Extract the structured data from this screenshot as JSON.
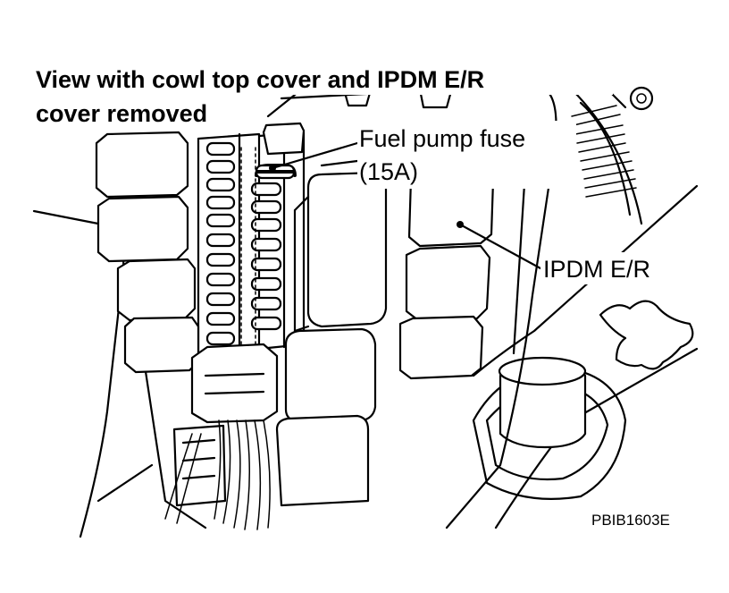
{
  "diagram": {
    "title_line1": "View with cowl top cover and IPDM E/R",
    "title_line2": "cover removed",
    "callouts": {
      "fuel_pump_fuse_line1": "Fuel pump fuse",
      "fuel_pump_fuse_line2": "(15A)",
      "ipdm": "IPDM E/R"
    },
    "figure_code": "PBIB1603E"
  }
}
